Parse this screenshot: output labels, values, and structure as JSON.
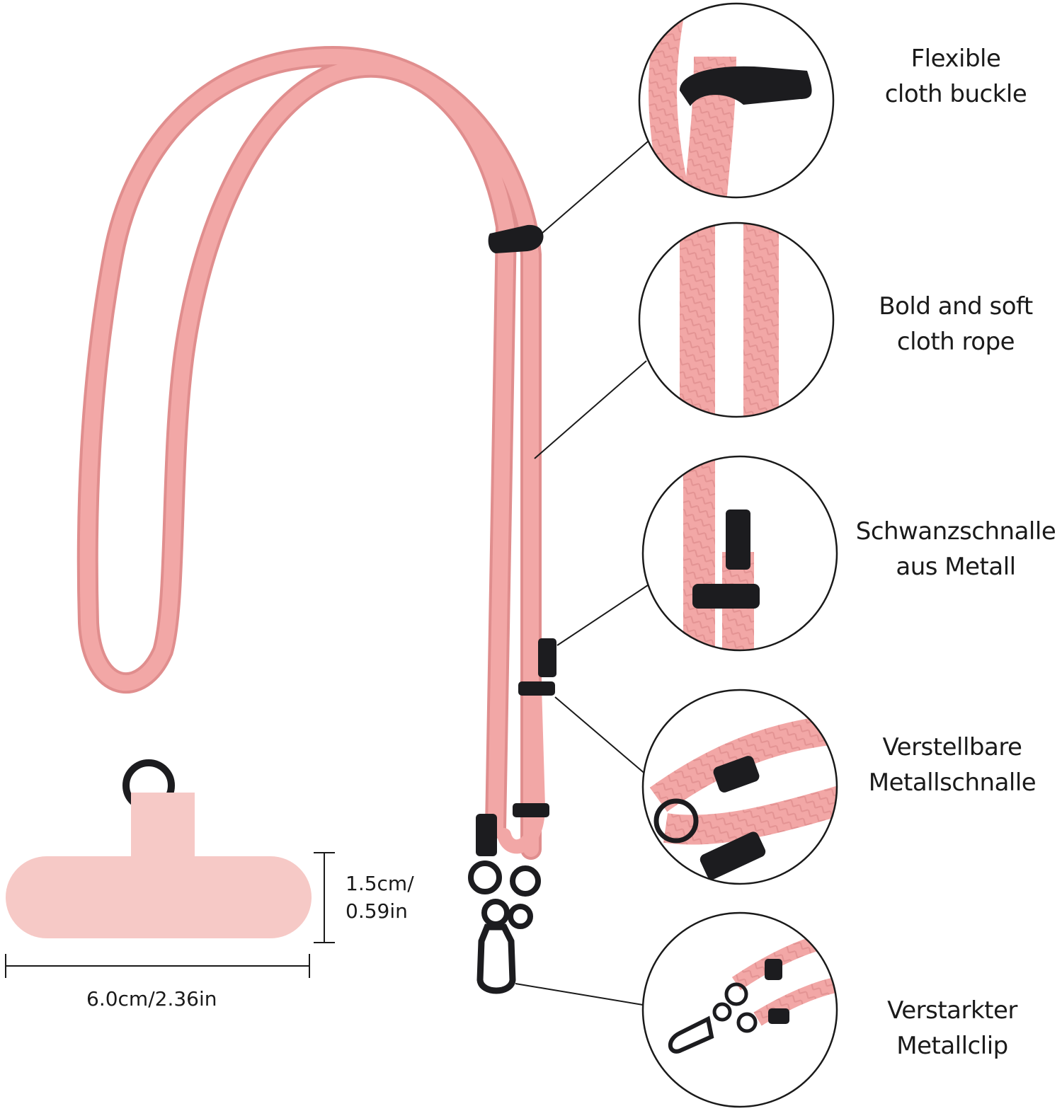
{
  "features": [
    {
      "line1": "Flexible",
      "line2": "cloth buckle",
      "icon": "cloth-buckle-icon"
    },
    {
      "line1": "Bold and soft",
      "line2": "cloth rope",
      "icon": "cloth-rope-icon"
    },
    {
      "line1": "Schwanzschnalle",
      "line2": "aus Metall",
      "icon": "tail-buckle-icon"
    },
    {
      "line1": "Verstellbare",
      "line2": "Metallschnalle",
      "icon": "adjustable-buckle-icon"
    },
    {
      "line1": "Verstarkter",
      "line2": "Metallclip",
      "icon": "metal-clip-icon"
    }
  ],
  "patch": {
    "height_line1": "1.5cm/",
    "height_line2": "0.59in",
    "width_label": "6.0cm/2.36in"
  },
  "colors": {
    "rope": "#f2a7a6",
    "rope_dark": "#e08e8e",
    "patch": "#f6c9c6",
    "hardware": "#1c1c1f",
    "outline": "#1a1a1a"
  }
}
